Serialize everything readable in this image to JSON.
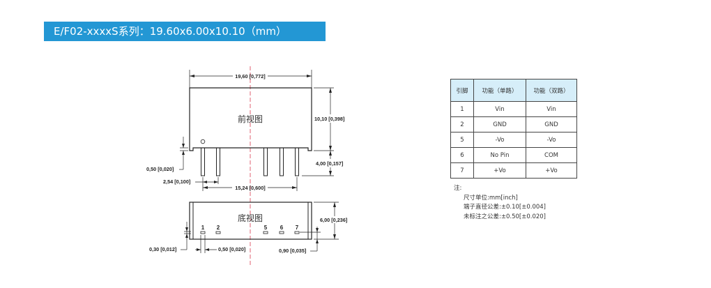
{
  "title": "E/F02-xxxxS系列：19.60x6.00x10.10（mm）",
  "drawing": {
    "front_view_label": "前视图",
    "bottom_view_label": "底视图",
    "dims": {
      "length": "19,60 [0,772]",
      "height": "10,10 [0,398]",
      "pin_length": "4,00 [0,157]",
      "standoff": "0,50 [0,020]",
      "pin_pitch": "2,54 [0,100]",
      "pin_span": "15,24 [0,600]",
      "width": "6,00 [0,236]",
      "pin_thickness": "0,30 [0,012]",
      "pin_width": "0,50 [0,020]",
      "pin_offset": "0,90 [0,035]"
    },
    "pin_numbers": [
      "1",
      "2",
      "5",
      "6",
      "7"
    ],
    "centerline_color": "#e06070"
  },
  "pin_table": {
    "headers": [
      "引脚",
      "功能（单路）",
      "功能（双路）"
    ],
    "rows": [
      [
        "1",
        "Vin",
        "Vin"
      ],
      [
        "2",
        "GND",
        "GND"
      ],
      [
        "5",
        "-Vo",
        "-Vo"
      ],
      [
        "6",
        "No Pin",
        "COM"
      ],
      [
        "7",
        "+Vo",
        "+Vo"
      ]
    ],
    "header_bg": "#d6eef9"
  },
  "notes": {
    "title": "注:",
    "lines": [
      "尺寸单位:mm[inch]",
      "端子直径公差:±0.10[±0.004]",
      "未标注之公差:±0.50[±0.020]"
    ]
  }
}
